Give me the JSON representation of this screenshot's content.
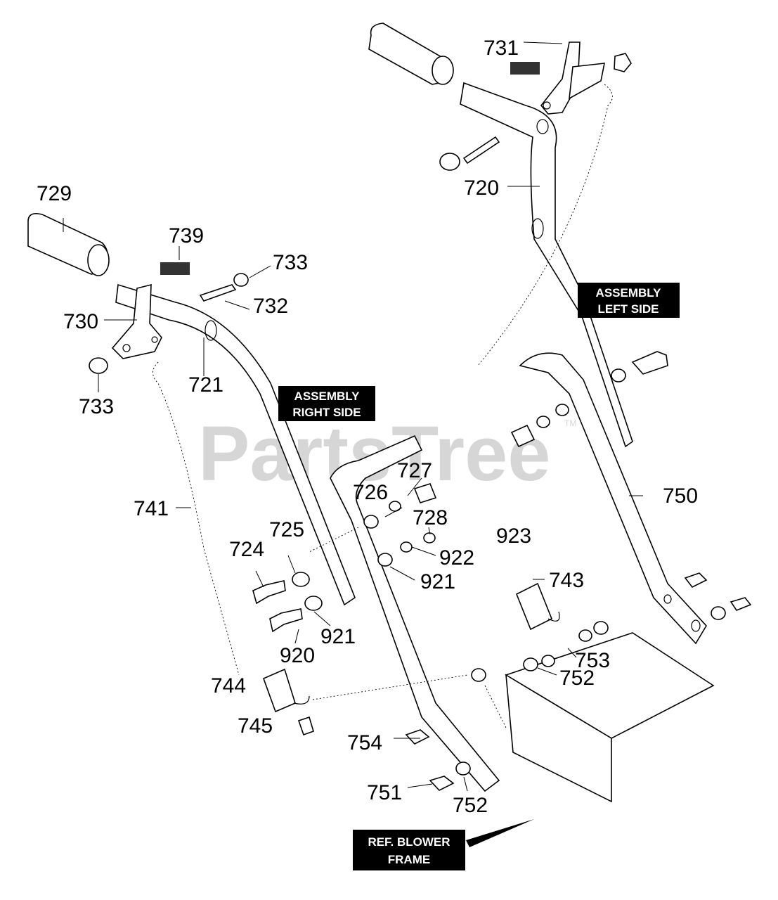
{
  "watermark": "PartsTree",
  "watermark_tm": "TM",
  "part_numbers": {
    "p731": "731",
    "p720": "720",
    "p729": "729",
    "p739": "739",
    "p733a": "733",
    "p732": "732",
    "p730": "730",
    "p721": "721",
    "p733b": "733",
    "p741": "741",
    "p727": "727",
    "p726": "726",
    "p728": "728",
    "p725": "725",
    "p724": "724",
    "p923": "923",
    "p922": "922",
    "p921a": "921",
    "p750": "750",
    "p743": "743",
    "p920": "920",
    "p921b": "921",
    "p753": "753",
    "p752a": "752",
    "p744": "744",
    "p745": "745",
    "p754": "754",
    "p751": "751",
    "p752b": "752"
  },
  "callouts": {
    "left_side": [
      "ASSEMBLY",
      "LEFT SIDE"
    ],
    "right_side": [
      "ASSEMBLY",
      "RIGHT SIDE"
    ],
    "blower_frame": [
      "REF. BLOWER",
      "FRAME"
    ]
  },
  "colors": {
    "ink": "#000000",
    "label_fill": "#000000",
    "watermark": "#d6d6d6"
  }
}
